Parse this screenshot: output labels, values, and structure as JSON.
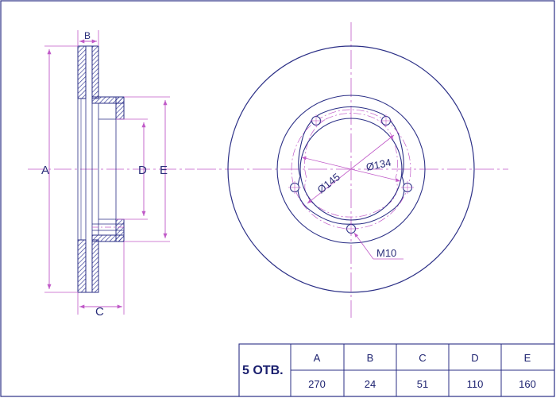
{
  "colors": {
    "outline": "#2b2f86",
    "dimension": "#c05ac8",
    "hatch": "#3a3f98",
    "text": "#1e2470",
    "background": "#ffffff"
  },
  "labels": {
    "A": "A",
    "B": "B",
    "C": "C",
    "D": "D",
    "E": "E",
    "dia145": "Ø145",
    "dia134": "Ø134",
    "thread": "M10"
  },
  "table": {
    "holes_label": "5 ОТВ.",
    "headers": [
      "A",
      "B",
      "C",
      "D",
      "E"
    ],
    "values": [
      "270",
      "24",
      "51",
      "110",
      "160"
    ]
  }
}
